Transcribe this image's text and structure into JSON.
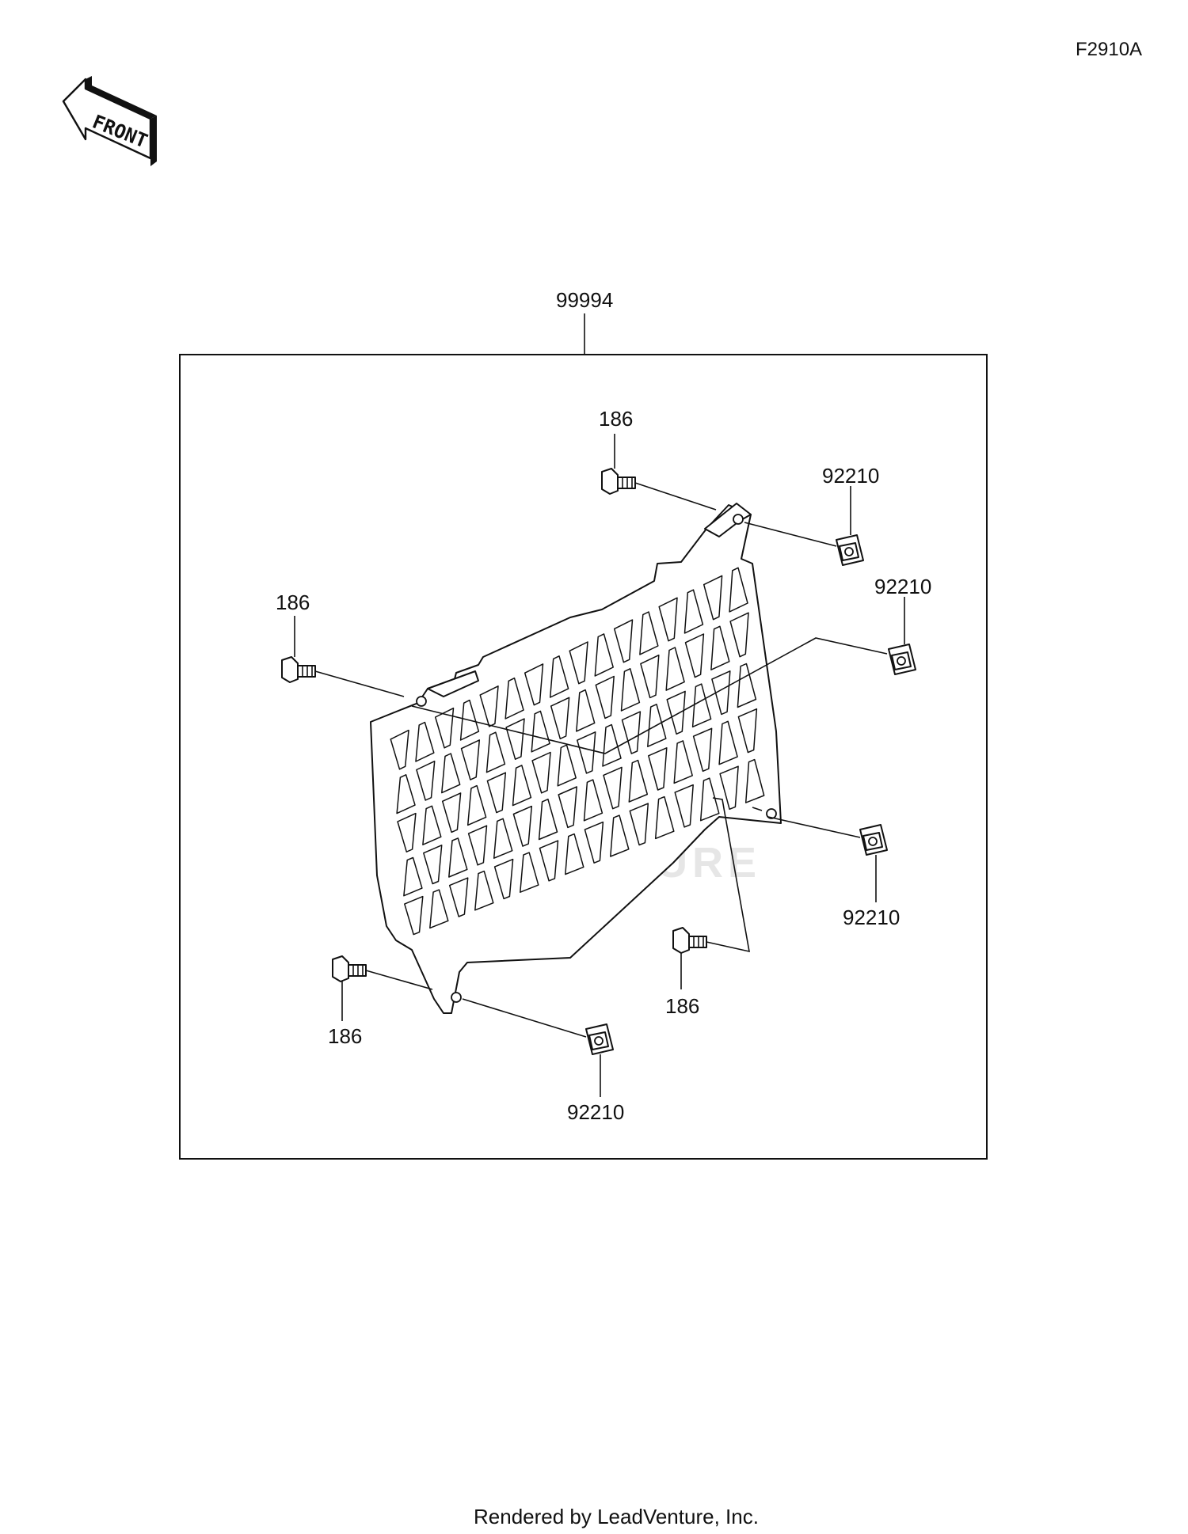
{
  "figure_code": "F2910A",
  "front_label": "FRONT",
  "watermark": "LEADVENTURE",
  "assembly_label": "99994",
  "callouts": {
    "bolt_top": "186",
    "bolt_left": "186",
    "bolt_bottom_left": "186",
    "bolt_bottom_mid": "186",
    "clip_top_right": "92210",
    "clip_right": "92210",
    "clip_lower_right": "92210",
    "clip_bottom": "92210"
  },
  "footer": "Rendered by LeadVenture, Inc."
}
